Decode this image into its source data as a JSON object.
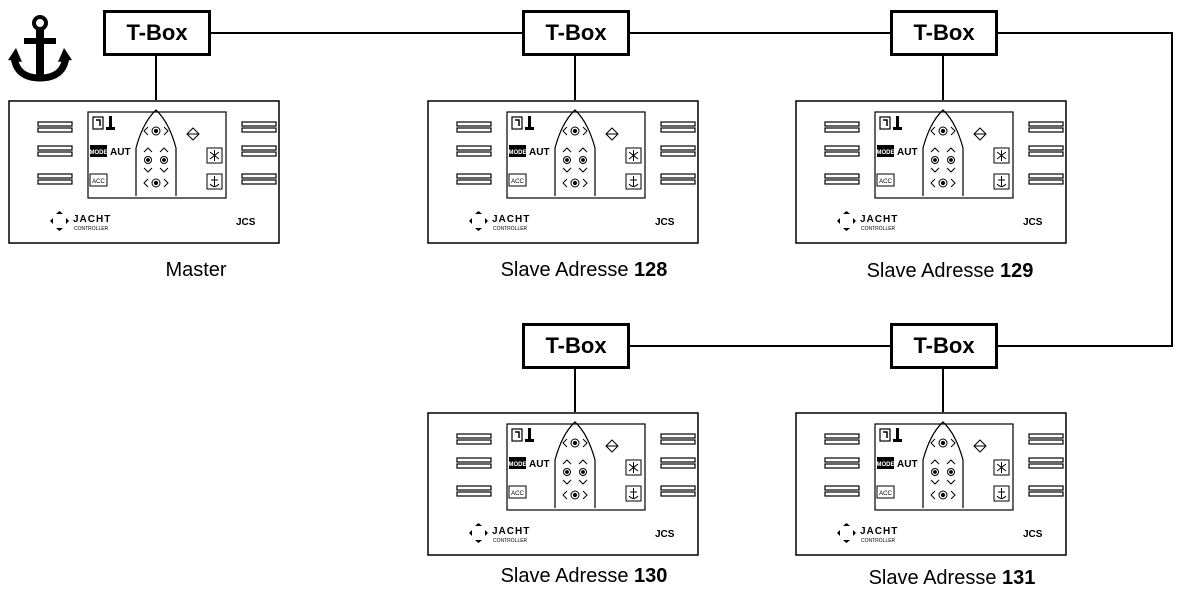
{
  "tbox_label": "T-Box",
  "panel_logo": {
    "brand": "JACHT",
    "sub": "CONTROLLER",
    "model": "JCS"
  },
  "panel_labels": {
    "mode": "MODE",
    "aut": "AUT",
    "acc": "ACC"
  },
  "icons": {
    "corner": "anchor-icon",
    "network": "bus-line"
  },
  "panels": [
    {
      "role": "Master",
      "prefix": "",
      "address": ""
    },
    {
      "role": "Slave",
      "prefix": "Slave Adresse ",
      "address": "128"
    },
    {
      "role": "Slave",
      "prefix": "Slave Adresse ",
      "address": "129"
    },
    {
      "role": "Slave",
      "prefix": "Slave Adresse ",
      "address": "130"
    },
    {
      "role": "Slave",
      "prefix": "Slave Adresse ",
      "address": "131"
    }
  ],
  "master_caption": "Master"
}
